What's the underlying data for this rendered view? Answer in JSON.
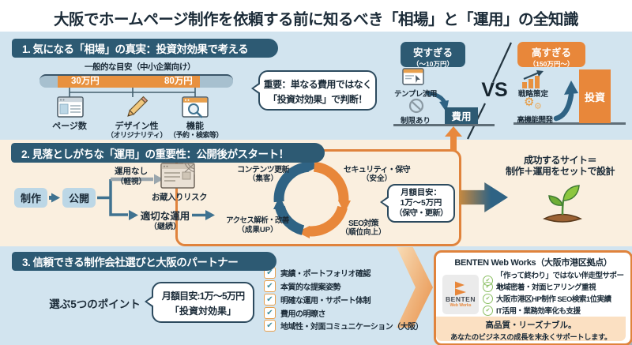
{
  "page_title": "大阪でホームページ制作を依頼する前に知るべき「相場」と「運用」の全知識",
  "colors": {
    "accent_orange": "#e8873a",
    "navy": "#2d5a73",
    "beige_bg": "#faefdf",
    "blue_bg": "#d2e4ef",
    "teal_arrow": "#3f7290",
    "green_check": "#8bbf63"
  },
  "section1": {
    "header": "1. 気になる「相場」の真実：投資対効果で考える",
    "guide_caption": "一般的な目安（中小企業向け）",
    "price_low": "30万円",
    "price_high": "80万円",
    "factors": [
      {
        "label": "ページ数",
        "sub": ""
      },
      {
        "label": "デザイン性",
        "sub": "（オリジナリティ）"
      },
      {
        "label": "機能",
        "sub": "（予約・検索等）"
      }
    ],
    "note_line1": "重要：単なる費用ではなく",
    "note_line2": "「投資対効果」で判断！",
    "cheap": {
      "badge": "安すぎる",
      "badge_sub": "（〜10万円）",
      "tag1": "テンプレ流用",
      "tag2": "制限あり",
      "result": "費用"
    },
    "vs_label": "VS",
    "expensive": {
      "badge": "高すぎる",
      "badge_sub": "（150万円〜）",
      "tag1": "戦略策定",
      "tag2": "高機能開発",
      "result": "投資"
    }
  },
  "section2": {
    "header": "2. 見落としがちな「運用」の重要性：公開後がスタート！",
    "flow": {
      "step1": "制作",
      "step2": "公開",
      "branch_no": "運用なし",
      "branch_no_sub": "（軽視）",
      "risk_label": "お蔵入りリスク",
      "branch_yes": "適切な運用",
      "branch_yes_sub": "（継続）"
    },
    "cycle": [
      {
        "label": "コンテンツ更新",
        "sub": "（集客）"
      },
      {
        "label": "セキュリティ・保守",
        "sub": "（安全）"
      },
      {
        "label": "SEO対策",
        "sub": "（順位向上）"
      },
      {
        "label": "アクセス解析・改善",
        "sub": "（成果UP）"
      }
    ],
    "monthly": {
      "line1": "月額目安：",
      "line2": "1万〜5万円",
      "line3": "（保守・更新）"
    },
    "success_line1": "成功するサイト＝",
    "success_line2": "制作＋運用をセットで設計"
  },
  "section3": {
    "header": "3. 信頼できる制作会社選びと大阪のパートナー",
    "points_label": "選ぶ5つのポイント",
    "budget": {
      "line1": "月額目安:1万〜5万円",
      "line2": "「投資対効果」"
    },
    "checklist": [
      "実績・ポートフォリオ確認",
      "本質的な提案姿勢",
      "明確な運用・サポート体制",
      "費用の明瞭さ",
      "地域性・対面コミュニケーション（大阪）"
    ],
    "partner": {
      "title": "BENTEN Web Works（大阪市港区拠点）",
      "logo_name": "BENTEN",
      "logo_sub": "Web Works",
      "features": [
        "「作って終わり」ではない伴走型サポート",
        "地域密着・対面ヒアリング重視",
        "大阪市港区HP制作 SEO検索1位実績",
        "IT活用・業務効率化も支援"
      ],
      "footer_line1": "高品質・リーズナブル。",
      "footer_line2": "あなたのビジネスの成長を末永くサポートします。"
    }
  }
}
